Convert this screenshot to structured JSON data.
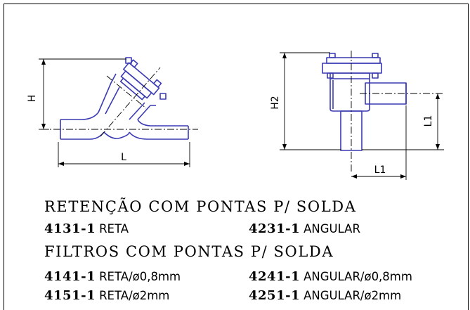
{
  "colors": {
    "outline": "#3a3ab4",
    "dimension": "#000000",
    "text": "#000000"
  },
  "drawing_left": {
    "dim_height": "H",
    "dim_length": "L"
  },
  "drawing_right": {
    "dim_height": "H2",
    "dim_l1_vertical": "L1",
    "dim_l1_horizontal": "L1"
  },
  "section_retencao": {
    "title": "RETENÇÃO COM PONTAS P/ SOLDA",
    "items": [
      {
        "code": "4131-1",
        "desc": "RETA"
      },
      {
        "code": "4231-1",
        "desc": "ANGULAR"
      }
    ]
  },
  "section_filtros": {
    "title": "FILTROS COM PONTAS P/ SOLDA",
    "items": [
      {
        "code": "4141-1",
        "desc": "RETA/ø0,8mm"
      },
      {
        "code": "4241-1",
        "desc": "ANGULAR/ø0,8mm"
      },
      {
        "code": "4151-1",
        "desc": "RETA/ø2mm"
      },
      {
        "code": "4251-1",
        "desc": "ANGULAR/ø2mm"
      }
    ]
  }
}
